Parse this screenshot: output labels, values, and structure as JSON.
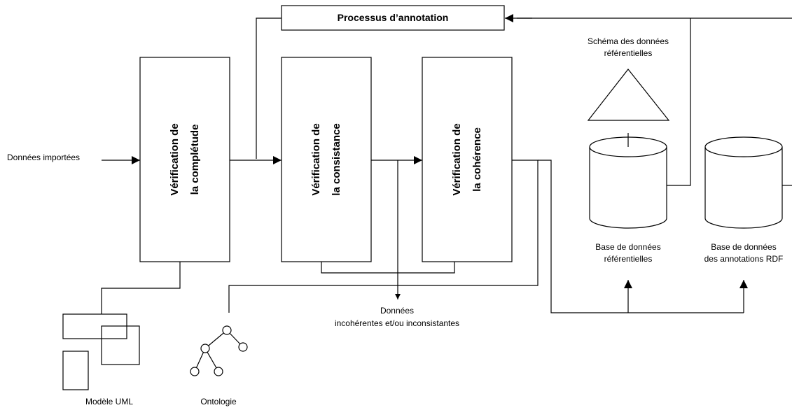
{
  "title_box": "Processus d’annotation",
  "input_label": "Données importées",
  "boxes": {
    "completude": {
      "line1": "Vérification de",
      "line2": "la complétude"
    },
    "consistance": {
      "line1": "Vérification de",
      "line2": "la consistance"
    },
    "coherence": {
      "line1": "Vérification de",
      "line2": "la cohérence"
    }
  },
  "schema_label": {
    "line1": "Schéma des données",
    "line2": "référentielles"
  },
  "db_ref_label": {
    "line1": "Base de données",
    "line2": "référentielles"
  },
  "db_rdf_label": {
    "line1": "Base de données",
    "line2": "des annotations RDF"
  },
  "incoherent_label": {
    "line1": "Données",
    "line2": "incohérentes et/ou inconsistantes"
  },
  "uml_label": "Modèle UML",
  "ontology_label": "Ontologie"
}
